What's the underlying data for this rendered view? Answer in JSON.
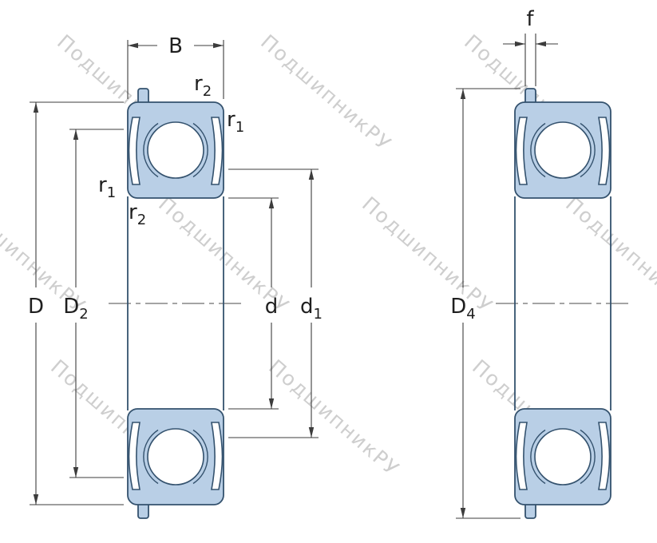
{
  "watermark": {
    "text": "ПодшипникРУ"
  },
  "colors": {
    "bearing_fill": "#b9cfe6",
    "bearing_outline": "#34526e",
    "dimension_lines": "#3c3c3c",
    "label_text": "#1f1f1f",
    "watermark": "#c6c6c6",
    "background": "#ffffff"
  },
  "labels": {
    "B": "B",
    "f": "f",
    "D": "D",
    "d": "d",
    "D2": {
      "base": "D",
      "sub": "2"
    },
    "d1": {
      "base": "d",
      "sub": "1"
    },
    "D4": {
      "base": "D",
      "sub": "4"
    },
    "r1": {
      "base": "r",
      "sub": "1"
    },
    "r2": {
      "base": "r",
      "sub": "2"
    }
  }
}
